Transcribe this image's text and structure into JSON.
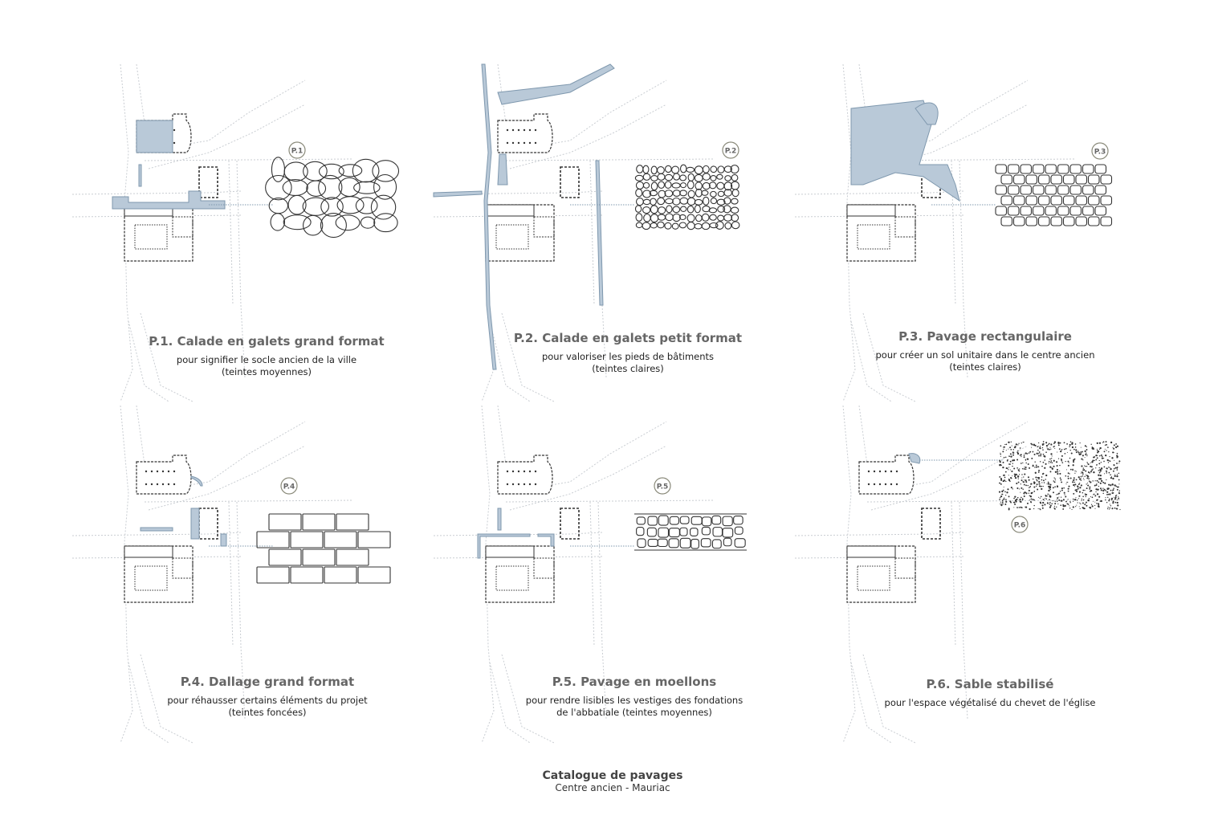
{
  "colors": {
    "highlight": "#b9c9d8",
    "highlight_stroke": "#7f98ae",
    "road": "#c9cdd2",
    "ink": "#333333"
  },
  "panels": [
    {
      "id": "P.1",
      "badge": "P.1",
      "title": "P.1. Calade en galets grand format",
      "desc": [
        "pour signifier le socle ancien de la ville",
        "(teintes moyennes)"
      ],
      "pattern": "large-pebbles",
      "highlight": "church-and-street"
    },
    {
      "id": "P.2",
      "badge": "P.2",
      "title": "P.2. Calade en galets petit format",
      "desc": [
        "pour valoriser les pieds de bâtiments",
        "(teintes claires)"
      ],
      "pattern": "small-pebbles",
      "highlight": "building-edges"
    },
    {
      "id": "P.3",
      "badge": "P.3",
      "title": "P.3. Pavage rectangulaire",
      "desc": [
        "pour créer un sol unitaire dans le centre ancien",
        "(teintes claires)"
      ],
      "pattern": "rectangular-pavers",
      "highlight": "central-square"
    },
    {
      "id": "P.4",
      "badge": "P.4",
      "title": "P.4. Dallage grand format",
      "desc": [
        "pour réhausser certains éléments du projet",
        "(teintes foncées)"
      ],
      "pattern": "large-slabs",
      "highlight": "project-elements"
    },
    {
      "id": "P.5",
      "badge": "P.5",
      "title": "P.5. Pavage en moellons",
      "desc": [
        "pour rendre lisibles les vestiges des fondations",
        "de l'abbatiale (teintes moyennes)"
      ],
      "pattern": "rubble-stones",
      "highlight": "foundations"
    },
    {
      "id": "P.6",
      "badge": "P.6",
      "title": "P.6. Sable stabilisé",
      "desc": [
        "pour l'espace végétalisé du chevet de l'église"
      ],
      "pattern": "sand-dots",
      "highlight": "chevet"
    }
  ],
  "footer": {
    "title": "Catalogue de pavages",
    "subtitle": "Centre ancien - Mauriac"
  }
}
